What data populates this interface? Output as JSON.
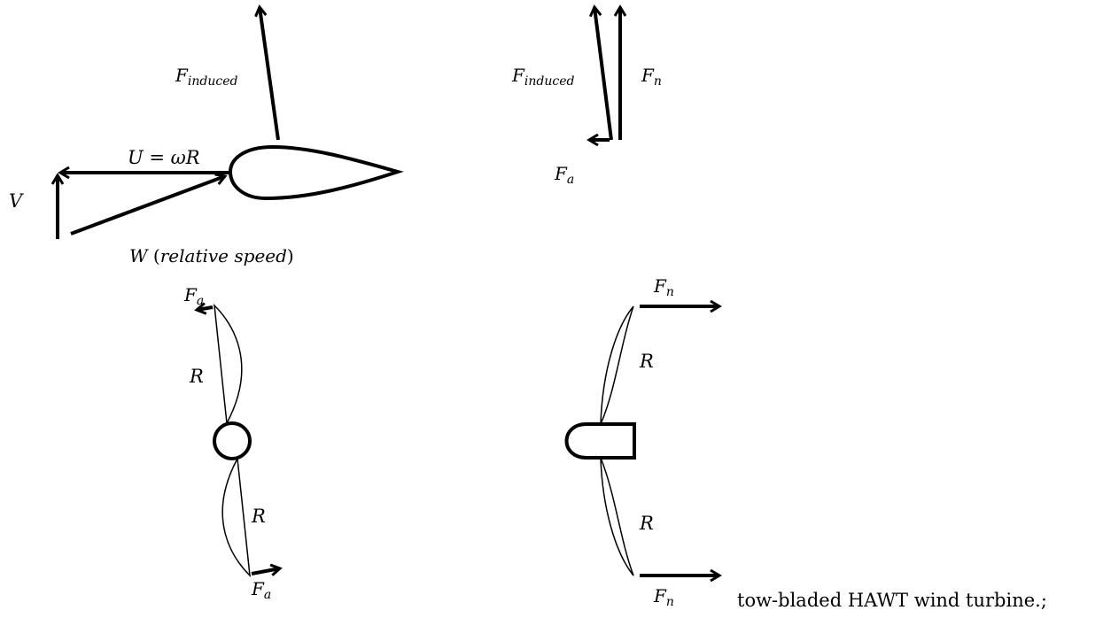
{
  "labels": {
    "f_induced": "induced",
    "f_n": "n",
    "f_a": "a",
    "u_eq": "U = ωR",
    "v": "V",
    "w": "W",
    "w_note": "relative speed",
    "r": "R",
    "F": "F"
  },
  "caption": "tow-bladed HAWT wind turbine.;"
}
